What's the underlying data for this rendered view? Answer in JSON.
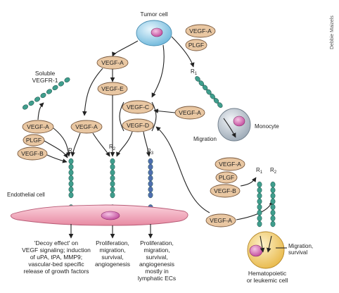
{
  "credit": "Debbie Maizels",
  "cells": {
    "tumor": "Tumor cell",
    "monocyte": "Monocyte",
    "endothelial": "Endothelial cell",
    "hematopoietic": "Hematopoietic\nor leukemic cell"
  },
  "ligands": {
    "tumor_vegfa": "VEGF-A",
    "tumor_plgf": "PLGF",
    "center_vegfa": "VEGF-A",
    "vegfe": "VEGF-E",
    "vegfc": "VEGF-C",
    "vegfd": "VEGF-D",
    "left_vegfa": "VEGF-A",
    "left_plgf": "PLGF",
    "left_vegfb": "VEGF-B",
    "mid_vegfa": "VEGF-A",
    "mono_vegfa": "VEGF-A",
    "hema_vegfa": "VEGF-A",
    "hema_plgf": "PLGF",
    "hema_vegfb": "VEGF-B",
    "bottom_vegfa": "VEGF-A"
  },
  "receptors": {
    "r1": "R",
    "r1_sub": "1",
    "r2": "R",
    "r2_sub": "2",
    "r3": "R",
    "r3_sub": "3",
    "mono_r1": "R",
    "mono_r1_sub": "1",
    "hema_r1": "R",
    "hema_r1_sub": "1",
    "hema_r2": "R",
    "hema_r2_sub": "2"
  },
  "soluble": "Soluble\nVEGFR-1",
  "migration_mono": "Migration",
  "migration_hema": "Migration,\nsurvival",
  "outcomes": {
    "decoy": "'Decoy effect' on\nVEGF signaling; induction\nof uPA, tPA, MMP9;\nvascular-bed specific\nrelease of growth factors",
    "r2": "Proliferation,\nmigration,\nsurvival,\nangiogenesis",
    "r3": "Proliferation,\nmigration,\nsurvival,\nangiogenesis\nmostly in\nlymphatic ECs"
  },
  "colors": {
    "ligand_fill": "#e9c7a2",
    "receptor_green": "#3f9e8d",
    "receptor_blue": "#4f6fb0",
    "endothelial_fill": "#f4b8c6",
    "tumor_fill": "#a9d8ee",
    "hema_fill": "#f3d27c"
  }
}
